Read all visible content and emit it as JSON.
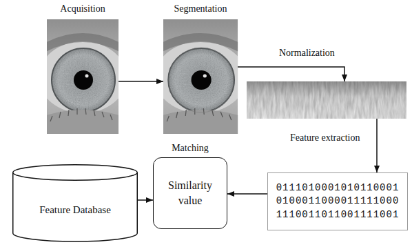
{
  "diagram": {
    "nodes": [
      {
        "text": [
          "Acquisition"
        ]
      },
      {
        "text": [
          "Segmentation"
        ]
      },
      {
        "text": [
          "Normalization"
        ]
      },
      {
        "text": [
          "Feature extraction",
          "0111010001010110001 0100011000011111000 1110011011001111001"
        ]
      },
      {
        "text": [
          "Matching",
          "Similarity value"
        ]
      },
      {
        "text": [
          "Feature Database"
        ]
      }
    ],
    "edges": [
      {
        "from": 0,
        "to": 1,
        "arrow": "to"
      },
      {
        "from": 1,
        "to": 2,
        "arrow": "to"
      },
      {
        "from": 2,
        "to": 3,
        "arrow": "to"
      },
      {
        "from": 3,
        "to": 4,
        "arrow": "to"
      },
      {
        "from": 5,
        "to": 4,
        "arrow": "to"
      }
    ]
  }
}
